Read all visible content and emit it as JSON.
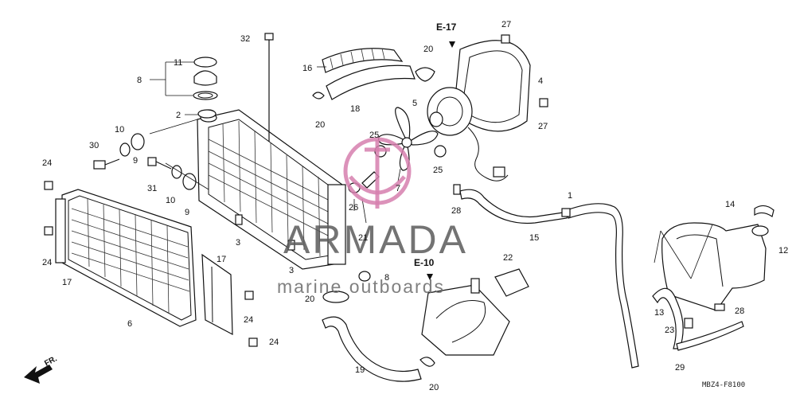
{
  "diagram": {
    "callouts": [
      {
        "id": "c-11",
        "text": "11"
      },
      {
        "id": "c-8a",
        "text": "8"
      },
      {
        "id": "c-2",
        "text": "2"
      },
      {
        "id": "c-10a",
        "text": "10"
      },
      {
        "id": "c-30",
        "text": "30"
      },
      {
        "id": "c-9a",
        "text": "9"
      },
      {
        "id": "c-31",
        "text": "31"
      },
      {
        "id": "c-10b",
        "text": "10"
      },
      {
        "id": "c-9b",
        "text": "9"
      },
      {
        "id": "c-24a",
        "text": "24"
      },
      {
        "id": "c-24b",
        "text": "24"
      },
      {
        "id": "c-17a",
        "text": "17"
      },
      {
        "id": "c-6",
        "text": "6"
      },
      {
        "id": "c-17b",
        "text": "17"
      },
      {
        "id": "c-24c",
        "text": "24"
      },
      {
        "id": "c-24d",
        "text": "24"
      },
      {
        "id": "c-32",
        "text": "32"
      },
      {
        "id": "c-16",
        "text": "16"
      },
      {
        "id": "c-18",
        "text": "18"
      },
      {
        "id": "c-20a",
        "text": "20"
      },
      {
        "id": "c-20b",
        "text": "20"
      },
      {
        "id": "c-27a",
        "text": "27"
      },
      {
        "id": "c-4",
        "text": "4"
      },
      {
        "id": "c-5",
        "text": "5"
      },
      {
        "id": "c-27b",
        "text": "27"
      },
      {
        "id": "c-25a",
        "text": "25"
      },
      {
        "id": "c-25b",
        "text": "25"
      },
      {
        "id": "c-7",
        "text": "7"
      },
      {
        "id": "c-26",
        "text": "26"
      },
      {
        "id": "c-21",
        "text": "21"
      },
      {
        "id": "c-3a",
        "text": "3"
      },
      {
        "id": "c-3b",
        "text": "3"
      },
      {
        "id": "c-28",
        "text": "28"
      },
      {
        "id": "c-1",
        "text": "1"
      },
      {
        "id": "c-15",
        "text": "15"
      },
      {
        "id": "c-22",
        "text": "22"
      },
      {
        "id": "c-8b",
        "text": "8"
      },
      {
        "id": "c-20c",
        "text": "20"
      },
      {
        "id": "c-19",
        "text": "19"
      },
      {
        "id": "c-20d",
        "text": "20"
      },
      {
        "id": "c-14",
        "text": "14"
      },
      {
        "id": "c-12",
        "text": "12"
      },
      {
        "id": "c-13",
        "text": "13"
      },
      {
        "id": "c-23",
        "text": "23"
      },
      {
        "id": "c-29",
        "text": "29"
      },
      {
        "id": "c-28b",
        "text": "28"
      }
    ],
    "references": {
      "e17": "E-17",
      "e10": "E-10"
    },
    "direction_label": "FR.",
    "drawing_code": "MBZ4-F8100"
  },
  "watermark": {
    "brand": "ARMADA",
    "tagline": "marine outboards",
    "accent_color": "#d67fae"
  }
}
